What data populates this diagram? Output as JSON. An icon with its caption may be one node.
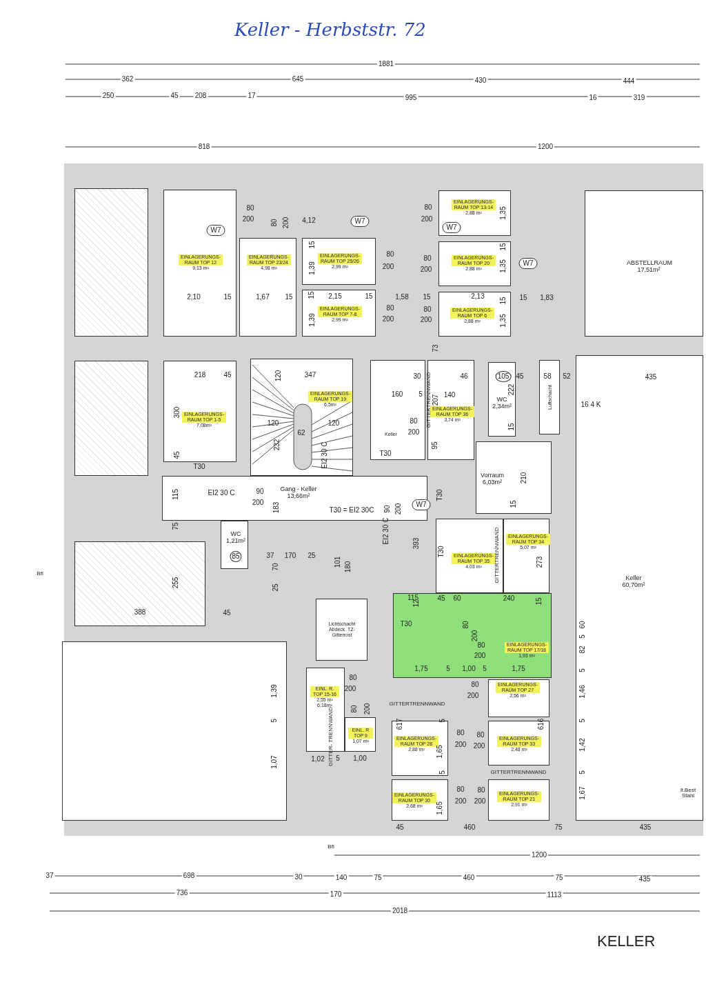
{
  "diagram": {
    "title": "Keller - Herbststr. 72",
    "caption": "KELLER",
    "nodes": [
      {
        "text": [
          "EINLAGERUNGS- RAUM TOP 12",
          "9,13 m²"
        ]
      },
      {
        "text": [
          "EINLAGERUNGS- RAUM TOP 23/24",
          "4,98 m²"
        ]
      },
      {
        "text": [
          "EINLAGERUNGS- RAUM TOP 25/26",
          "2,99 m²"
        ]
      },
      {
        "text": [
          "EINLAGERUNGS- RAUM TOP 7-8",
          "2,99 m²"
        ]
      },
      {
        "text": [
          "EINLAGERUNGS- RAUM TOP 13-14",
          "2,88 m²"
        ]
      },
      {
        "text": [
          "EINLAGERUNGS- RAUM TOP 20",
          "2,88 m²"
        ]
      },
      {
        "text": [
          "EINLAGERUNGS- RAUM TOP 6",
          "2,88 m²"
        ]
      },
      {
        "text": [
          "ABSTELLRAUM",
          "17,51m²"
        ]
      },
      {
        "text": [
          "EINLAGERUNGS- RAUM TOP 1-5",
          "7,08m²"
        ]
      },
      {
        "text": [
          "EINLAGERUNGS- RAUM TOP 19",
          "6,5m²"
        ]
      },
      {
        "text": [
          "Keller"
        ]
      },
      {
        "text": [
          "EINLAGERUNGS- RAUM TOP 36",
          "3,74 m²"
        ]
      },
      {
        "text": [
          "WC",
          "2,34m²"
        ]
      },
      {
        "text": [
          "Luftschacht"
        ]
      },
      {
        "text": [
          "Vorraum",
          "6,03m²"
        ]
      },
      {
        "text": [
          "Gang - Keller",
          "13,66m²"
        ]
      },
      {
        "text": [
          "WC",
          "1,21m²"
        ]
      },
      {
        "text": [
          "EINLAGERUNGS- RAUM TOP 35",
          "4,03 m²"
        ]
      },
      {
        "text": [
          "EINLAGERUNGS- RAUM TOP 34",
          "5,07 m²"
        ]
      },
      {
        "text": [
          "Keller",
          "60,70m²"
        ]
      },
      {
        "text": [
          "Lichtschacht",
          "Abdeck. TZ-Gitterrost"
        ]
      },
      {
        "text": [
          "EINLAGERUNGS- RAUM TOP 17/18",
          "1,93 m²"
        ]
      },
      {
        "text": [
          "EINL. R. TOP 15-16",
          "2,55 m²",
          "6,18m²"
        ]
      },
      {
        "text": [
          "EINL. R TOP 9",
          "1,07 m²"
        ]
      },
      {
        "text": [
          "EINLAGERUNGS- RAUM TOP 27",
          "2,56 m²"
        ]
      },
      {
        "text": [
          "EINLAGERUNGS- RAUM TOP 28",
          "2,88 m²"
        ]
      },
      {
        "text": [
          "EINLAGERUNGS- RAUM TOP 33",
          "2,48 m²"
        ]
      },
      {
        "text": [
          "EINLAGERUNGS- RAUM TOP 30",
          "2,68 m²"
        ]
      },
      {
        "text": [
          "EINLAGERUNGS- RAUM TOP 21",
          "2,91 m²"
        ]
      },
      {
        "text": [],
        "shape": "box"
      },
      {
        "text": [],
        "shape": "box"
      },
      {
        "text": [],
        "shape": "box"
      }
    ],
    "labels": [
      "1881",
      "362",
      "645",
      "430",
      "444",
      "250",
      "45",
      "208",
      "17",
      "995",
      "16",
      "319",
      "818",
      "1200",
      "80",
      "200",
      "80",
      "200",
      "4,12",
      "W7",
      "80",
      "200",
      "1,35",
      "W7",
      "W7",
      "15",
      "1,39",
      "80",
      "200",
      "80",
      "200",
      "15",
      "1,35",
      "W7",
      "2,10",
      "15",
      "1,67",
      "15",
      "15",
      "2,15",
      "15",
      "1,58",
      "15",
      "2,13",
      "15",
      "15",
      "1,83",
      "1,39",
      "80",
      "200",
      "80",
      "200",
      "1,35",
      "73",
      "218",
      "45",
      "120",
      "347",
      "30",
      "46",
      "105",
      "45",
      "58",
      "52",
      "435",
      "160",
      "5",
      "GITTERTRENNWAND",
      "207",
      "140",
      "222",
      "16 4 K",
      "300",
      "120",
      "62",
      "120",
      "80",
      "200",
      "15",
      "232",
      "95",
      "EI2 30 C",
      "45",
      "T30",
      "T30",
      "210",
      "EI2 30 C",
      "90",
      "200",
      "115",
      "183",
      "T30 = EI2 30C",
      "90",
      "200",
      "W7",
      "T30",
      "15",
      "75",
      "EI2 30 C",
      "393",
      "T30",
      "GITTERTRENNWAND",
      "273",
      "85",
      "37",
      "170",
      "25",
      "101",
      "180",
      "70",
      "Bfl",
      "255",
      "25",
      "115",
      "45",
      "60",
      "240",
      "12",
      "15",
      "388",
      "45",
      "T30",
      "80",
      "60",
      "200",
      "5",
      "80",
      "82",
      "200",
      "1,75",
      "5",
      "1,00",
      "5",
      "1,75",
      "5",
      "80",
      "80",
      "1,39",
      "200",
      "200",
      "1,46",
      "GITTERTRENNWAND",
      "80",
      "200",
      "5",
      "617",
      "5",
      "616",
      "5",
      "80",
      "80",
      "GITTER- TRENNWAND",
      "1,65",
      "200",
      "200",
      "1,42",
      "1,02",
      "5",
      "1,00",
      "1,07",
      "5",
      "GITTERTRENNWAND",
      "5",
      "80",
      "80",
      "lt.Best Stahl",
      "1,67",
      "1,65",
      "200",
      "200",
      "45",
      "460",
      "75",
      "435",
      "Bfl",
      "1200",
      "37",
      "698",
      "30",
      "140",
      "75",
      "460",
      "75",
      "435",
      "736",
      "170",
      "1113",
      "2018"
    ]
  }
}
